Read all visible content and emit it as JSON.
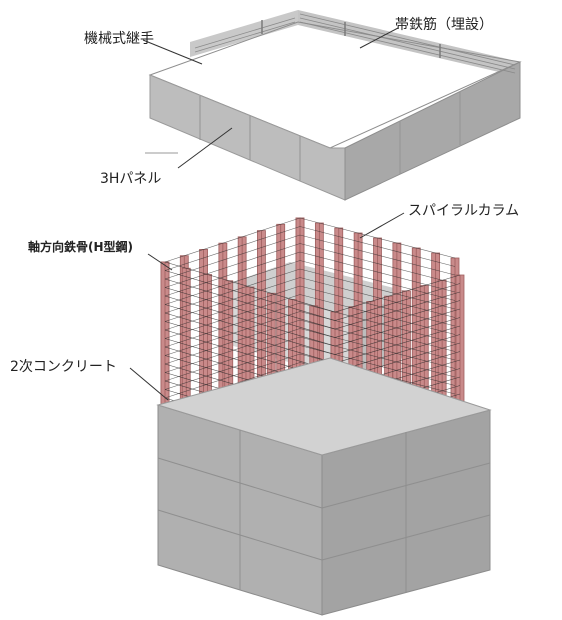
{
  "labels": {
    "mechanical_joint": "機械式継手",
    "hoop_rebar": "帯鉄筋（埋設）",
    "panel_3h": "3Hパネル",
    "spiral_column": "スパイラルカラム",
    "axial_steel": "軸方向鉄骨(H型鋼)",
    "secondary_concrete": "2次コンクリート"
  },
  "colors": {
    "panel_light": "#d4d4d4",
    "panel_mid": "#b8b8b8",
    "panel_dark": "#a4a4a4",
    "steel": "#c98a8a",
    "steel_dark": "#9f5f5f",
    "wire": "#2b2b2b",
    "inner_floor": "#cfcfcf"
  }
}
